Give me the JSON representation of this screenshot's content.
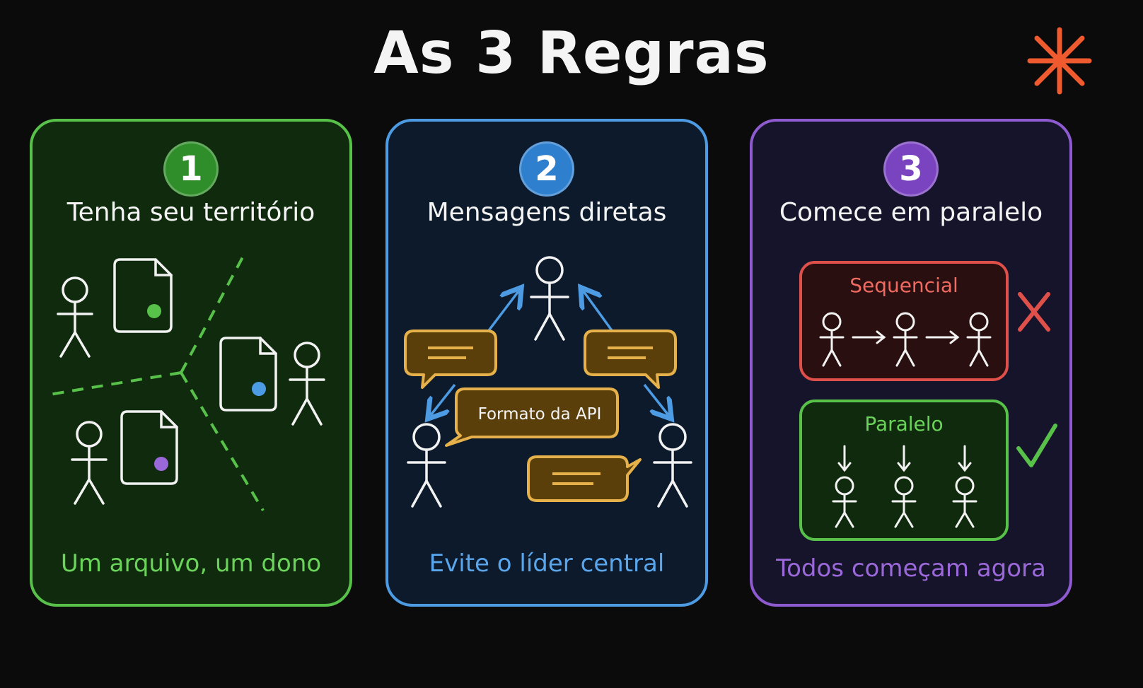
{
  "title": "As 3 Regras",
  "decoration": {
    "icon": "asterisk-icon",
    "color": "#ef5a2f"
  },
  "colors": {
    "green": "#58c14a",
    "blue": "#4d9be3",
    "purple": "#8e5ad0",
    "red": "#e0504a",
    "amber": "#e6b14a"
  },
  "rules": [
    {
      "number": "1",
      "heading": "Tenha seu território",
      "footer": "Um arquivo, um dono"
    },
    {
      "number": "2",
      "heading": "Mensagens diretas",
      "bubble_label": "Formato da API",
      "footer": "Evite o líder central"
    },
    {
      "number": "3",
      "heading": "Comece em paralelo",
      "sequential_label": "Sequencial",
      "parallel_label": "Paralelo",
      "sequential_mark": "cross-icon",
      "parallel_mark": "check-icon",
      "footer": "Todos começam agora"
    }
  ]
}
